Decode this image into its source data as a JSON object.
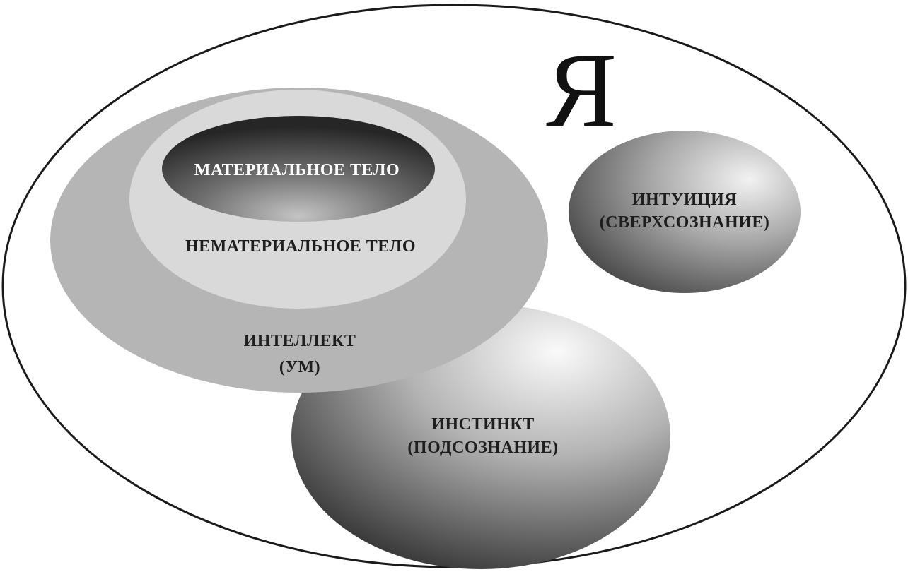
{
  "diagram": {
    "self_label": "Я",
    "material_body": "МАТЕРИАЛЬНОЕ ТЕЛО",
    "immaterial_body": "НЕМАТЕРИАЛЬНОЕ ТЕЛО",
    "intellect": {
      "line1": "ИНТЕЛЛЕКТ",
      "line2": "(УМ)"
    },
    "intuition": {
      "line1": "ИНТУИЦИЯ",
      "line2": "(СВЕРХСОЗНАНИЕ)"
    },
    "instinct": {
      "line1": "ИНСТИНКТ",
      "line2": "(ПОДСОЗНАНИЕ)"
    }
  }
}
